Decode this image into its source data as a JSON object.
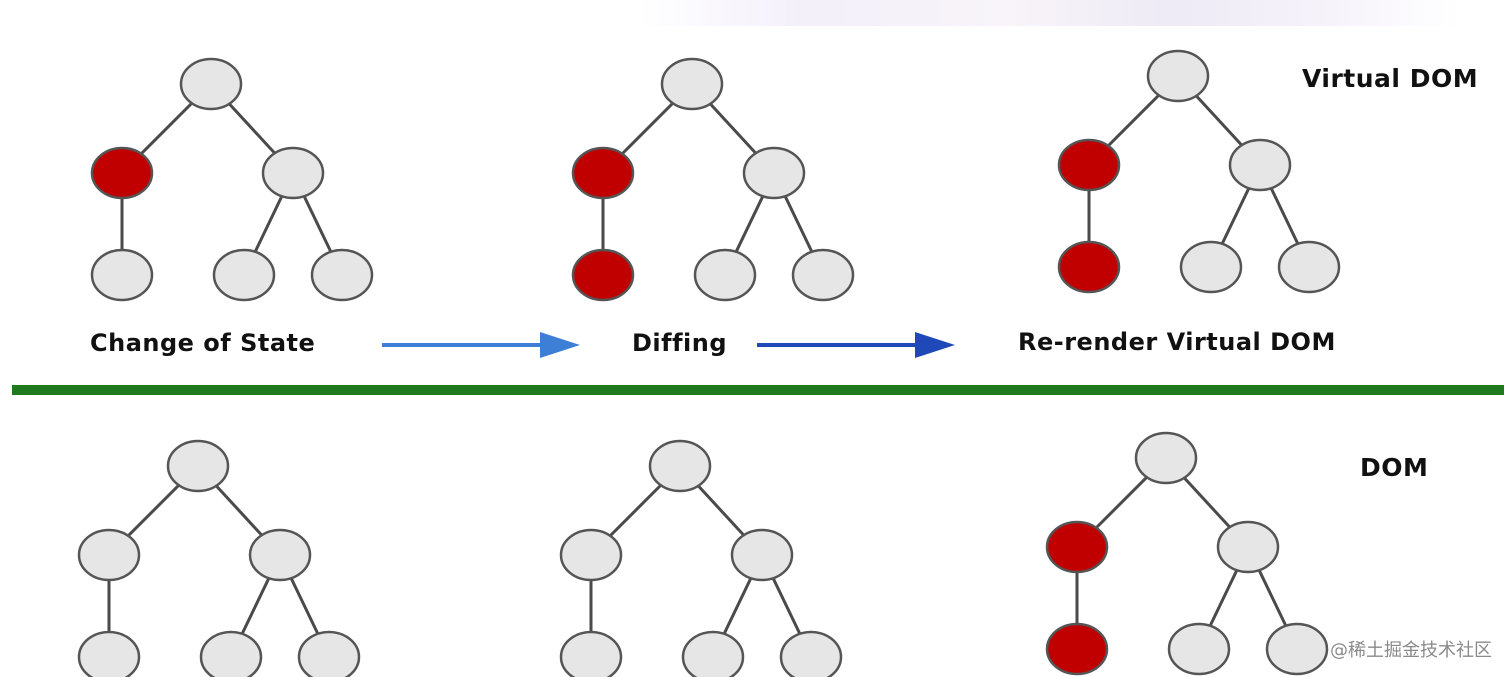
{
  "virtual_dom_label": "Virtual DOM",
  "dom_label": "DOM",
  "steps": [
    {
      "label": "Change of State"
    },
    {
      "label": "Diffing"
    },
    {
      "label": "Re-render Virtual DOM"
    }
  ],
  "watermark": "@稀土掘金技术社区",
  "colors": {
    "node": "#e6e6e6",
    "changed_node": "#c00000",
    "node_stroke": "#555555",
    "edge": "#4a4a4a",
    "arrow_light": "#3d7fd6",
    "arrow_dark": "#1f48b8",
    "divider": "#1f7a1f"
  },
  "tree_nodes": [
    "root",
    "left",
    "right",
    "left-child",
    "right-child-1",
    "right-child-2"
  ],
  "trees": [
    {
      "name": "virtual-tree-change-of-state",
      "changed": [
        "left"
      ]
    },
    {
      "name": "virtual-tree-diffing",
      "changed": [
        "left",
        "left-child"
      ]
    },
    {
      "name": "virtual-tree-rerender",
      "changed": [
        "left",
        "left-child"
      ]
    },
    {
      "name": "dom-tree-1",
      "changed": []
    },
    {
      "name": "dom-tree-2",
      "changed": []
    },
    {
      "name": "dom-tree-3",
      "changed": [
        "left",
        "left-child"
      ]
    }
  ]
}
